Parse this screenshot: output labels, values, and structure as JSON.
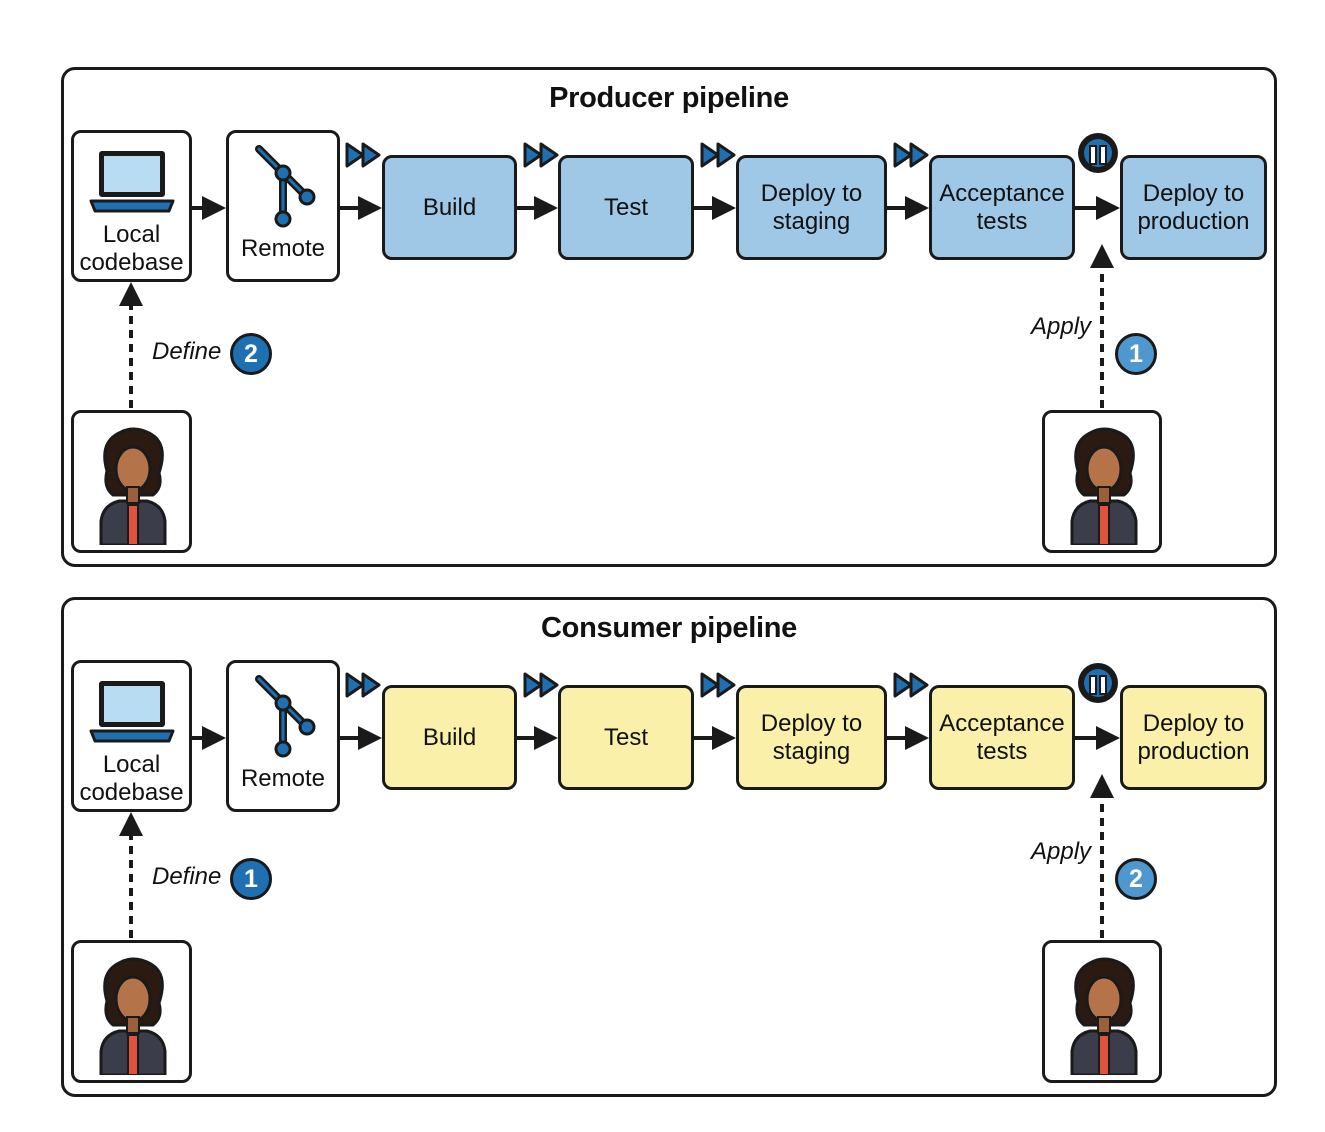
{
  "colors": {
    "producer_stage": "#9ec8e6",
    "consumer_stage": "#fbf0aa",
    "badge_dark": "#1f6fb3",
    "badge_light": "#4e98cf",
    "outline": "#1a1a1a"
  },
  "producer": {
    "title": "Producer pipeline",
    "local": "Local\ncodebase",
    "remote": "Remote",
    "stages": [
      "Build",
      "Test",
      "Deploy to\nstaging",
      "Acceptance\ntests",
      "Deploy to\nproduction"
    ],
    "define_label": "Define",
    "define_step": "2",
    "apply_label": "Apply",
    "apply_step": "1"
  },
  "consumer": {
    "title": "Consumer pipeline",
    "local": "Local\ncodebase",
    "remote": "Remote",
    "stages": [
      "Build",
      "Test",
      "Deploy to\nstaging",
      "Acceptance\ntests",
      "Deploy to\nproduction"
    ],
    "define_label": "Define",
    "define_step": "1",
    "apply_label": "Apply",
    "apply_step": "2"
  }
}
